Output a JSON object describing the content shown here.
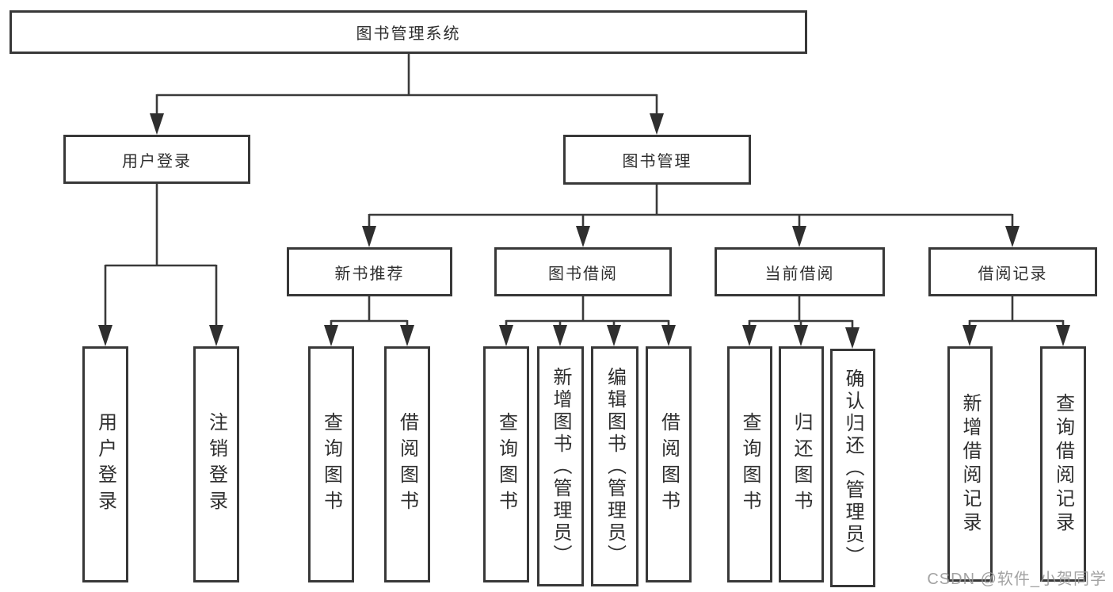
{
  "tree": {
    "root": {
      "label": "图书管理系统",
      "children": [
        {
          "label": "用户登录",
          "children": [
            {
              "label": "用户登录"
            },
            {
              "label": "注销登录"
            }
          ]
        },
        {
          "label": "图书管理",
          "children": [
            {
              "label": "新书推荐",
              "children": [
                {
                  "label": "查询图书"
                },
                {
                  "label": "借阅图书"
                }
              ]
            },
            {
              "label": "图书借阅",
              "children": [
                {
                  "label": "查询图书"
                },
                {
                  "label": "新增图书（管理员）"
                },
                {
                  "label": "编辑图书（管理员）"
                },
                {
                  "label": "借阅图书"
                }
              ]
            },
            {
              "label": "当前借阅",
              "children": [
                {
                  "label": "查询图书"
                },
                {
                  "label": "归还图书"
                },
                {
                  "label": "确认归还（管理员）"
                }
              ]
            },
            {
              "label": "借阅记录",
              "children": [
                {
                  "label": "新增借阅记录"
                },
                {
                  "label": "查询借阅记录"
                }
              ]
            }
          ]
        }
      ]
    }
  },
  "watermark": {
    "text": "CSDN @软件_小贺同学"
  },
  "colors": {
    "line": "#3a3a3a",
    "box_border": "#383838",
    "text": "#2f2f2f",
    "watermark": "#969696",
    "background": "#ffffff"
  }
}
